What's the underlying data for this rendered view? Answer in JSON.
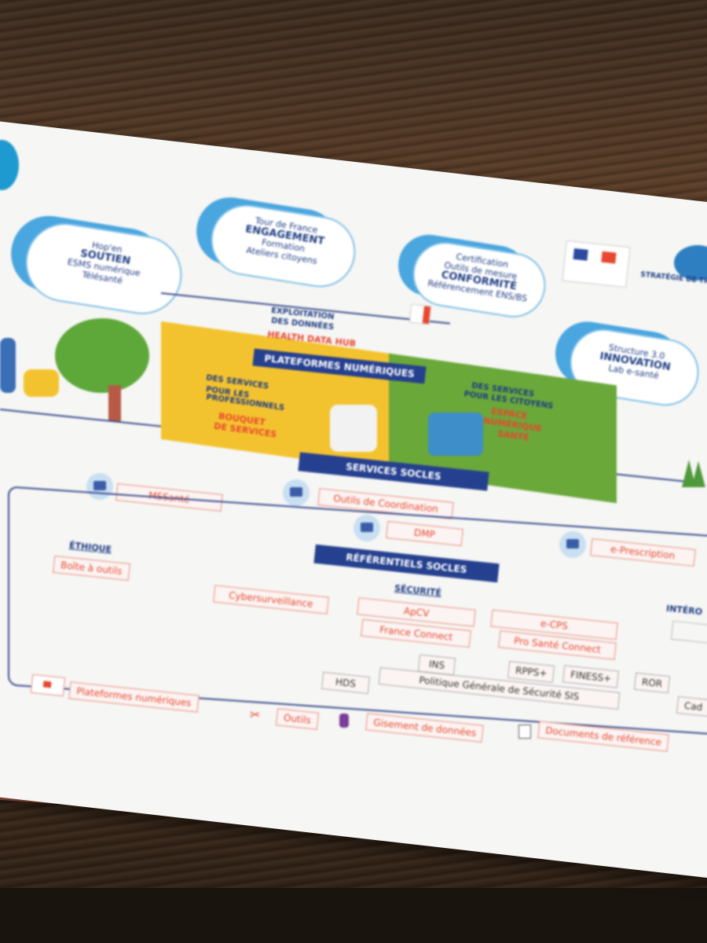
{
  "clouds": {
    "soutien": {
      "line1": "Hop'en",
      "line2": "SOUTIEN",
      "line3": "ESMS numérique",
      "line4": "Télésanté"
    },
    "engagement": {
      "line1": "Tour de France",
      "line2": "ENGAGEMENT",
      "line3": "Formation",
      "line4": "Ateliers citoyens"
    },
    "conformite": {
      "line1": "Certification",
      "line2": "Outils de mesure",
      "line3": "CONFORMITÉ",
      "line4": "Référencement ENS/BS"
    },
    "innovation": {
      "line1": "Structure 3.0",
      "line2": "INNOVATION",
      "line3": "Lab e-santé"
    }
  },
  "header": {
    "strategy_text": "STRATÉGIE DE TRANSFO"
  },
  "house": {
    "top1": "EXPLOITATION",
    "top2": "DES DONNÉES",
    "hub": "HEALTH DATA HUB",
    "platforms_bar": "PLATEFORMES NUMÉRIQUES",
    "left_t1": "DES SERVICES",
    "left_t2": "POUR LES",
    "left_t3": "PROFESSIONNELS",
    "left_r1": "BOUQUET",
    "left_r2": "DE SERVICES",
    "right_t1": "DES SERVICES",
    "right_t2": "POUR LES CITOYENS",
    "right_r1": "ESPACE",
    "right_r2": "NUMÉRIQUE",
    "right_r3": "SANTÉ"
  },
  "services_bar": "SERVICES SOCLES",
  "services": {
    "mssante": "MSSanté",
    "coordination": "Outils de Coordination",
    "dmp": "DMP",
    "eprescription": "e-Prescription"
  },
  "referentiels_bar": "RÉFÉRENTIELS SOCLES",
  "ethique": {
    "title": "ÉTHIQUE",
    "boite": "Boîte à outils"
  },
  "securite": {
    "title": "SÉCURITÉ",
    "cyber": "Cybersurveillance",
    "apcv": "ApCV",
    "ecps": "e-CPS",
    "franceconnect": "France Connect",
    "prosante": "Pro Santé Connect"
  },
  "interop": {
    "title": "INTÉRO"
  },
  "ids": {
    "ins": "INS",
    "rpps": "RPPS+",
    "finess": "FINESS+",
    "ror": "ROR",
    "hds": "HDS",
    "pgssi": "Politique Générale de Sécurité SIS",
    "cad": "Cad"
  },
  "legend": {
    "plateformes": "Plateformes numériques",
    "outils": "Outils",
    "gisement": "Gisement de données",
    "documents": "Documents de référence"
  }
}
